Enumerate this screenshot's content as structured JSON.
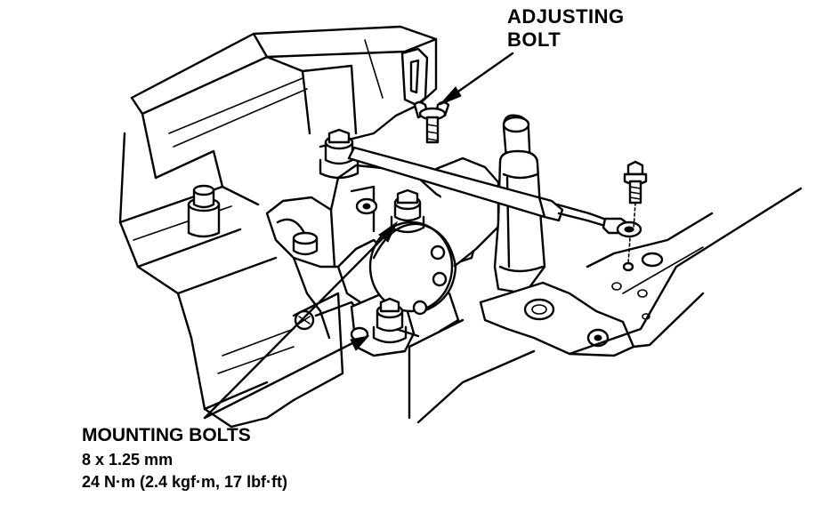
{
  "labels": {
    "adjusting_bolt": {
      "line1": "ADJUSTING",
      "line2": "BOLT"
    },
    "mounting_bolts": {
      "title": "MOUNTING BOLTS",
      "size": "8 x 1.25 mm",
      "torque": "24 N·m (2.4 kgf·m, 17 lbf·ft)"
    }
  },
  "colors": {
    "ink": "#000000",
    "paper": "#ffffff"
  }
}
